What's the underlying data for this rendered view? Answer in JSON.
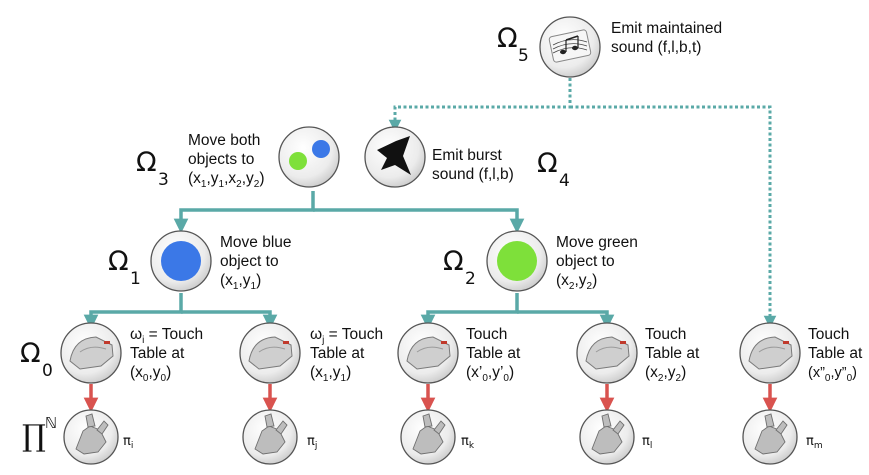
{
  "colors": {
    "connector": "#5aa9a7",
    "arrow_down": "#d9534f",
    "blue_object": "#3b78e7",
    "green_object": "#7ee03a",
    "node_fill": "#eeeeee",
    "node_stroke": "#555555"
  },
  "nodes": {
    "omega5": {
      "symbol": "Ω",
      "sub": "5",
      "icon": "music-note-icon",
      "label_lines": [
        "Emit maintained",
        "sound (f,l,b,t)"
      ]
    },
    "omega3": {
      "symbol": "Ω",
      "sub": "3",
      "icon": "two-objects-icon",
      "label_lines": [
        "Move both",
        "objects to"
      ],
      "coord": {
        "p1": "(x",
        "s1": "1",
        "p2": ",y",
        "s2": "1",
        "p3": ",x",
        "s3": "2",
        "p4": ",y",
        "s4": "2",
        "p5": ")"
      }
    },
    "omega4": {
      "symbol": "Ω",
      "sub": "4",
      "icon": "burst-icon",
      "label_lines": [
        "Emit burst",
        "sound (f,l,b)"
      ]
    },
    "omega1": {
      "symbol": "Ω",
      "sub": "1",
      "icon": "blue-object-icon",
      "label_lines": [
        "Move blue",
        "object to"
      ],
      "coord": {
        "p1": "(x",
        "s1": "1",
        "p2": ",y",
        "s2": "1",
        "p3": ")"
      }
    },
    "omega2": {
      "symbol": "Ω",
      "sub": "2",
      "icon": "green-object-icon",
      "label_lines": [
        "Move green",
        "object to"
      ],
      "coord": {
        "p1": "(x",
        "s1": "2",
        "p2": ",y",
        "s2": "2",
        "p3": ")"
      }
    },
    "omega0": {
      "symbol": "Ω",
      "sub": "0"
    }
  },
  "touch_nodes": [
    {
      "icon": "robot-arm-icon",
      "line1_omega": "ω",
      "line1_sub": "i",
      "line1_rest": " = Touch",
      "line2": "Table at",
      "coord": {
        "p1": "(x",
        "s1": "0",
        "p2": ",y",
        "s2": "0",
        "p3": ")"
      }
    },
    {
      "icon": "robot-arm-icon",
      "line1_omega": "ω",
      "line1_sub": "j",
      "line1_rest": " = Touch",
      "line2": "Table at",
      "coord": {
        "p1": "(x",
        "s1": "1",
        "p2": ",y",
        "s2": "1",
        "p3": ")"
      }
    },
    {
      "icon": "robot-arm-icon",
      "line1": "Touch",
      "line2": "Table at",
      "coord": {
        "p1": "(x’",
        "s1": "0",
        "p2": ",y’",
        "s2": "0",
        "p3": ")"
      }
    },
    {
      "icon": "robot-arm-icon",
      "line1": "Touch",
      "line2": "Table at",
      "coord": {
        "p1": "(x",
        "s1": "2",
        "p2": ",y",
        "s2": "2",
        "p3": ")"
      }
    },
    {
      "icon": "robot-arm-icon",
      "line1": "Touch",
      "line2": "Table at",
      "coord": {
        "p1": "(x”",
        "s1": "0",
        "p2": ",y”",
        "s2": "0",
        "p3": ")"
      }
    }
  ],
  "policies": {
    "row_symbol": "∏",
    "row_sup": "ℕ",
    "items": [
      {
        "icon": "robot-hand-icon",
        "symbol": "π",
        "sub": "i"
      },
      {
        "icon": "robot-hand-icon",
        "symbol": "π",
        "sub": "j"
      },
      {
        "icon": "robot-hand-icon",
        "symbol": "π",
        "sub": "k"
      },
      {
        "icon": "robot-hand-icon",
        "symbol": "π",
        "sub": "l"
      },
      {
        "icon": "robot-hand-icon",
        "symbol": "π",
        "sub": "m"
      }
    ]
  }
}
